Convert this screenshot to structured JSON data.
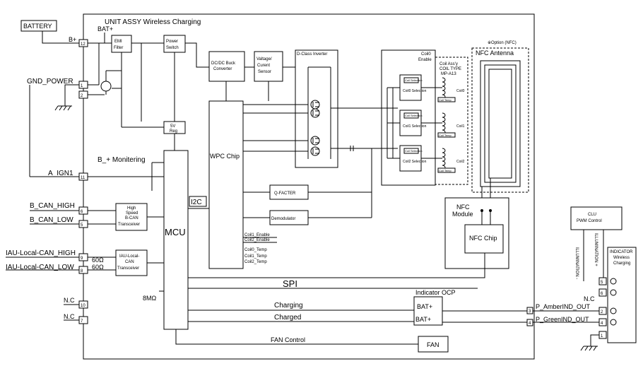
{
  "title": "UNIT ASSY Wireless Charging",
  "option_nfc": "※Option (NFC)",
  "battery": "BATTERY",
  "bat_plus": "BAT+",
  "ext_left": {
    "b_plus": "B+",
    "gnd_power": "GND_POWER",
    "a_ign1": "A_IGN1",
    "b_can_high": "B_CAN_HIGH",
    "b_can_low": "B_CAN_LOW",
    "iau_can_high": "IAU-Local-CAN_HIGH",
    "iau_can_low": "IAU-Local-CAN_LOW",
    "nc1": "N.C",
    "nc2": "N.C"
  },
  "pins_left": [
    "12",
    "1",
    "2",
    "11",
    "6",
    "5",
    "9",
    "8",
    "10",
    "7"
  ],
  "blocks": {
    "emi_filter": "EMI Filter",
    "power_switch": "Power Switch",
    "dcdc": "DC/DC Buck Converter",
    "vc_sensor": "Valtage/ Curent Sensor",
    "dclass": "D-Class Inverter",
    "reg5v": "5V Reg",
    "wpc_chip": "WPC Chip",
    "q_facter": "Q-FACTER",
    "demodulator": "Demodulator",
    "mcu": "MCU",
    "hs_bcan": "High Speed B-CAN Transceiver",
    "iau_trx": "IAU-Local- CAN Transceiver",
    "nfc_antenna": "NFC Antenna",
    "nfc_module": "NFC Module",
    "nfc_chip": "NFC Chip",
    "indicator_ocp": "Indicator OCP",
    "fan": "FAN",
    "coil0_enable": "Coil0 Enable",
    "coil_assy": "Coil Ass'y COIL TYPE MP-A13",
    "coil_sel_0": "Coil0 Selection",
    "coil_sel_1": "Coil1 Selection",
    "coil_sel_2": "Coil2 Selection",
    "coil_sel_mini": "Coil Selection",
    "coil0": "Coil0",
    "coil1": "Coil1",
    "coil2": "Coil2",
    "coil_temp": "Coil Temp",
    "clu": "CLU PWM Control",
    "indicator": "INDICATOR Wireless Charging"
  },
  "labels": {
    "b_monitoring": "B_+ Monitering",
    "i2c": "I2C",
    "spi": "SPI",
    "charging": "Charging",
    "charged": "Charged",
    "fan_control": "FAN Control",
    "mcu_sig_1": "Coil1_Enable",
    "mcu_sig_2": "Coil2_Enable",
    "mcu_sig_3": "Coil0_Temp",
    "mcu_sig_4": "Coil1_Temp",
    "mcu_sig_5": "Coil2_Temp",
    "r_60a": "60Ω",
    "r_60b": "60Ω",
    "r_8m": "8MΩ",
    "bat_plus_1": "BAT+",
    "bat_plus_2": "BAT+",
    "p_amber": "P_AmberIND_OUT",
    "p_green": "P_GreenIND_OUT",
    "pin_3": "3",
    "pin_4": "4",
    "nc_right": "N.C",
    "illum_minus": "ILLUMINATION -",
    "illum_plus": "ILLUMINATION +",
    "ind_pin_5": "5",
    "ind_pin_6": "6",
    "ind_pin_2": "2",
    "ind_pin_4": "4",
    "ind_pin_1": "1"
  }
}
